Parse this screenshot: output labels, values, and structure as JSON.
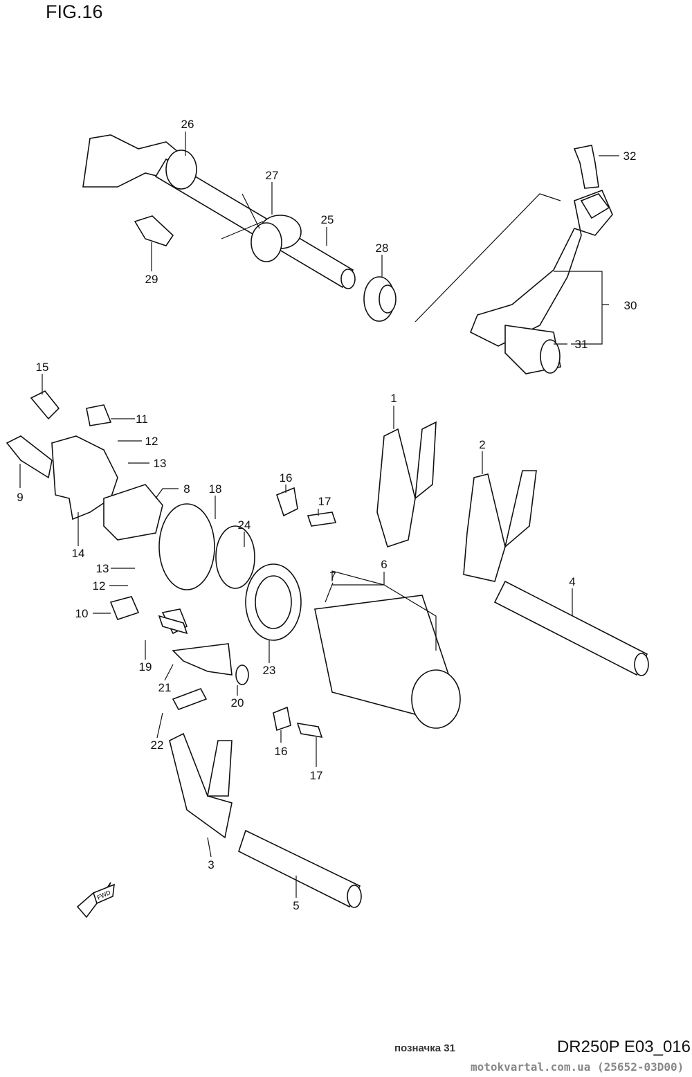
{
  "figure": {
    "title": "FIG.16",
    "code": "DR250P E03_016"
  },
  "overlay": {
    "stamp": "позначка 31",
    "watermark": "motokvartal.com.ua (25652-03D00)"
  },
  "direction_arrow": {
    "label": "FWD"
  },
  "callouts": [
    "26",
    "27",
    "25",
    "28",
    "29",
    "32",
    "30",
    "31",
    "15",
    "11",
    "12",
    "13",
    "8",
    "9",
    "18",
    "16",
    "17",
    "24",
    "1",
    "2",
    "14",
    "13",
    "12",
    "10",
    "6",
    "7",
    "4",
    "19",
    "21",
    "23",
    "20",
    "22",
    "16",
    "17",
    "3",
    "5"
  ]
}
